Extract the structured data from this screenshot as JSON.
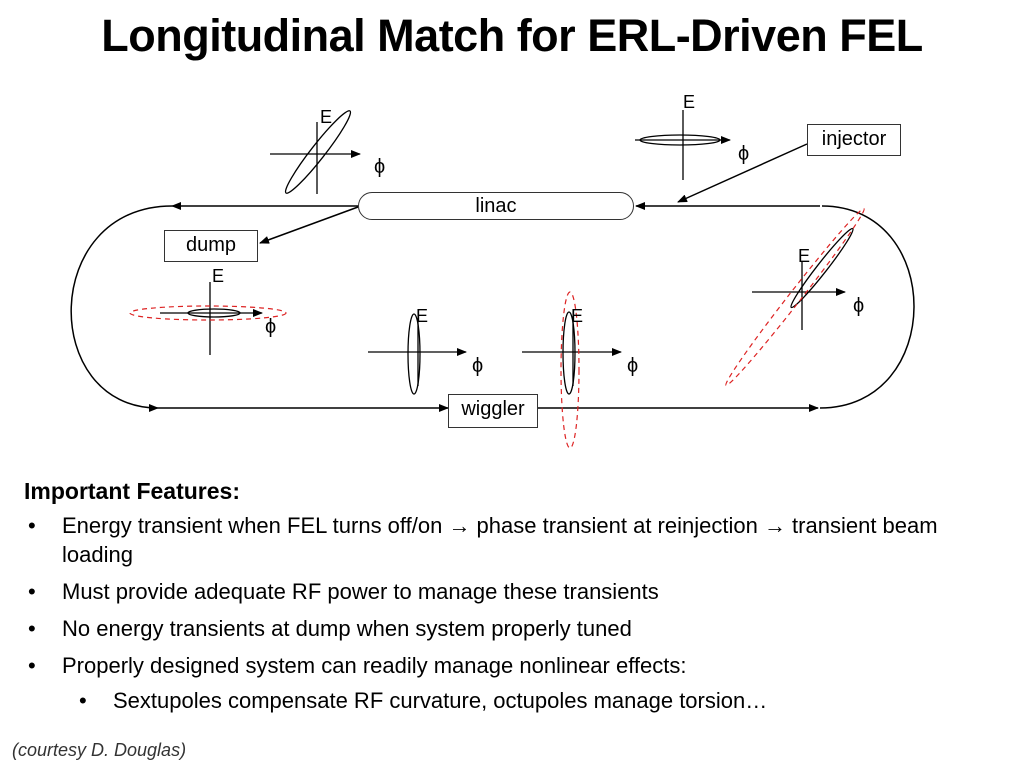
{
  "title": "Longitudinal Match for ERL-Driven FEL",
  "diagram": {
    "linac": "linac",
    "injector": "injector",
    "dump": "dump",
    "wiggler": "wiggler",
    "axis_e": "E",
    "axis_phi": "ϕ"
  },
  "features": {
    "heading": "Important Features:",
    "bullets": [
      "Energy transient when FEL turns off/on → phase transient at reinjection → transient beam loading",
      "Must provide adequate RF power to manage these transients",
      "No energy transients at dump when system properly tuned",
      "Properly designed system can readily manage nonlinear effects:"
    ],
    "sub_bullets": [
      "Sextupoles compensate RF curvature, octupoles manage torsion…"
    ]
  },
  "credit": "(courtesy D. Douglas)",
  "colors": {
    "ink": "#000000",
    "dashed_ellipse": "#dd2222"
  }
}
